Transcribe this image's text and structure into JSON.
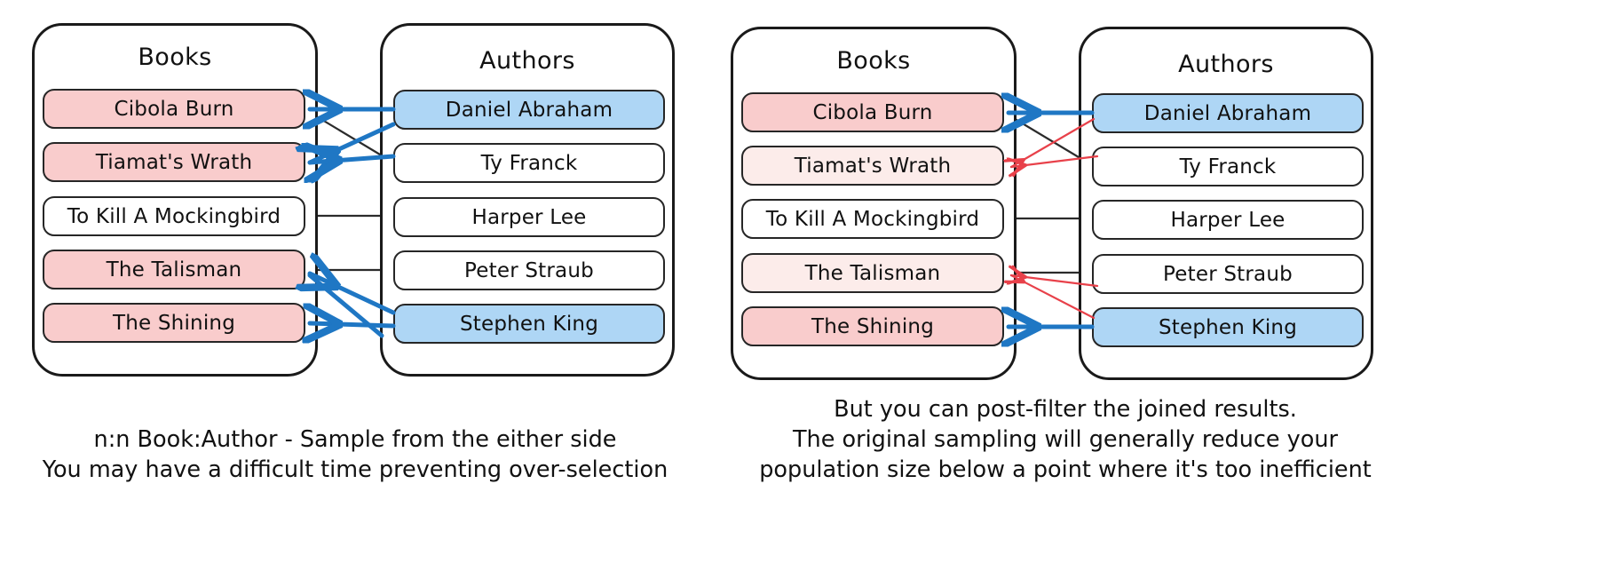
{
  "colors": {
    "outline": "#1a1a1a",
    "chip_outline": "#262626",
    "pink": "#f9cccc",
    "pink_light": "#fcecea",
    "blue": "#aed6f5",
    "arrow_blue": "#1f77c4",
    "arrow_red": "#e8414a",
    "thin_line": "#2b2b2b",
    "text": "#111111",
    "background": "#ffffff"
  },
  "diagrams": [
    {
      "id": "left",
      "books_panel": {
        "title": "Books",
        "rows": [
          {
            "label": "Cibola Burn",
            "state": "selected"
          },
          {
            "label": "Tiamat's Wrath",
            "state": "selected"
          },
          {
            "label": "To Kill A Mockingbird",
            "state": "unselected"
          },
          {
            "label": "The Talisman",
            "state": "selected"
          },
          {
            "label": "The Shining",
            "state": "selected"
          }
        ]
      },
      "authors_panel": {
        "title": "Authors",
        "rows": [
          {
            "label": "Daniel Abraham",
            "state": "selected"
          },
          {
            "label": "Ty Franck",
            "state": "unselected"
          },
          {
            "label": "Harper Lee",
            "state": "unselected"
          },
          {
            "label": "Peter Straub",
            "state": "unselected"
          },
          {
            "label": "Stephen King",
            "state": "selected"
          }
        ]
      },
      "caption": "n:n Book:Author - Sample from the either side\nYou may have a difficult time preventing over-selection",
      "links": [
        {
          "from_author": "Daniel Abraham",
          "to_book": "Cibola Burn",
          "style": "arrow-blue"
        },
        {
          "from_author": "Daniel Abraham",
          "to_book": "Tiamat's Wrath",
          "style": "arrow-blue"
        },
        {
          "from_author": "Ty Franck",
          "to_book": "Cibola Burn",
          "style": "thin-black"
        },
        {
          "from_author": "Ty Franck",
          "to_book": "Tiamat's Wrath",
          "style": "arrow-blue"
        },
        {
          "from_author": "Harper Lee",
          "to_book": "To Kill A Mockingbird",
          "style": "thin-black"
        },
        {
          "from_author": "Peter Straub",
          "to_book": "The Talisman",
          "style": "thin-black"
        },
        {
          "from_author": "Stephen King",
          "to_book": "The Talisman",
          "style": "arrow-blue"
        },
        {
          "from_author": "Stephen King",
          "to_book": "The Shining",
          "style": "arrow-blue"
        }
      ]
    },
    {
      "id": "right",
      "books_panel": {
        "title": "Books",
        "rows": [
          {
            "label": "Cibola Burn",
            "state": "kept"
          },
          {
            "label": "Tiamat's Wrath",
            "state": "filtered-out"
          },
          {
            "label": "To Kill A Mockingbird",
            "state": "unselected"
          },
          {
            "label": "The Talisman",
            "state": "filtered-out"
          },
          {
            "label": "The Shining",
            "state": "kept"
          }
        ]
      },
      "authors_panel": {
        "title": "Authors",
        "rows": [
          {
            "label": "Daniel Abraham",
            "state": "selected"
          },
          {
            "label": "Ty Franck",
            "state": "unselected"
          },
          {
            "label": "Harper Lee",
            "state": "unselected"
          },
          {
            "label": "Peter Straub",
            "state": "unselected"
          },
          {
            "label": "Stephen King",
            "state": "selected"
          }
        ]
      },
      "caption": "But you can post-filter the joined results.\nThe original sampling will generally reduce your\npopulation size below a point where it's too inefficient",
      "links": [
        {
          "from_author": "Daniel Abraham",
          "to_book": "Cibola Burn",
          "style": "arrow-blue"
        },
        {
          "from_author": "Daniel Abraham",
          "to_book": "Tiamat's Wrath",
          "style": "arrow-red"
        },
        {
          "from_author": "Ty Franck",
          "to_book": "Cibola Burn",
          "style": "thin-black"
        },
        {
          "from_author": "Ty Franck",
          "to_book": "Tiamat's Wrath",
          "style": "arrow-red"
        },
        {
          "from_author": "Harper Lee",
          "to_book": "To Kill A Mockingbird",
          "style": "thin-black"
        },
        {
          "from_author": "Peter Straub",
          "to_book": "The Talisman",
          "style": "thin-black"
        },
        {
          "from_author": "Stephen King",
          "to_book": "The Talisman",
          "style": "arrow-red"
        },
        {
          "from_author": "Stephen King",
          "to_book": "The Shining",
          "style": "arrow-blue"
        }
      ]
    }
  ]
}
